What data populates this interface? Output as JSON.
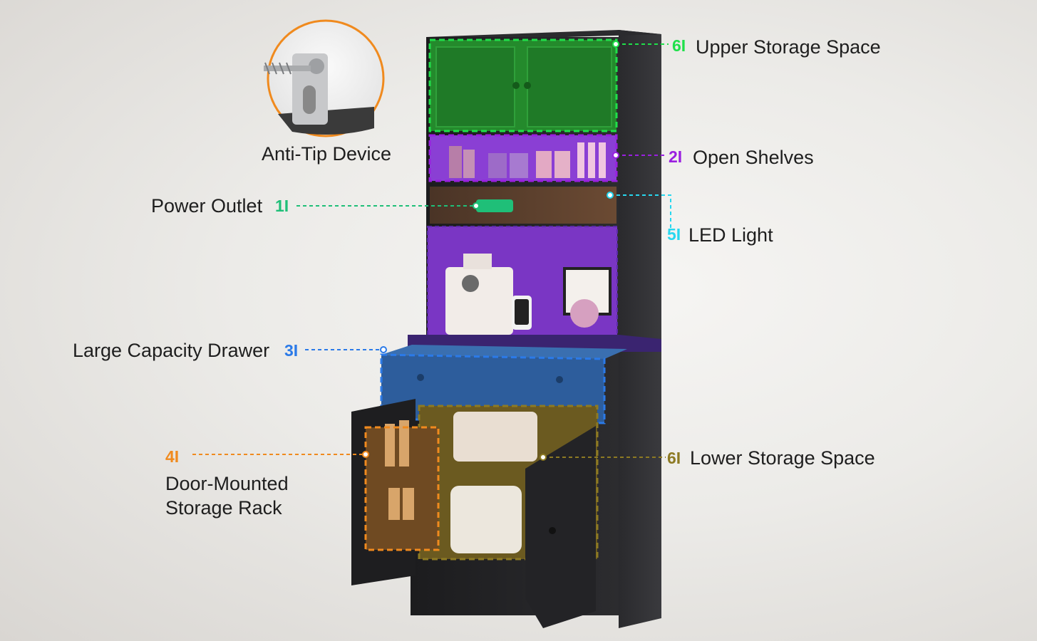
{
  "callouts": {
    "upper": {
      "num": "6I",
      "label": "Upper Storage Space",
      "color": "#1fe04a"
    },
    "open_shelves": {
      "num": "2I",
      "label": "Open Shelves",
      "color": "#9a1fe0"
    },
    "power": {
      "num": "1I",
      "label": "Power Outlet",
      "color": "#1fbf78"
    },
    "led": {
      "num": "5I",
      "label": "LED Light",
      "color": "#27d7ef"
    },
    "drawer": {
      "num": "3I",
      "label": "Large Capacity Drawer",
      "color": "#2b7ae8"
    },
    "door_rack": {
      "num": "4I",
      "label_line1": "Door-Mounted",
      "label_line2": "Storage Rack",
      "color": "#f08a1e"
    },
    "lower": {
      "num": "6I",
      "label": "Lower Storage Space",
      "color": "#8d7a23"
    }
  },
  "inset": {
    "label": "Anti-Tip Device",
    "ring_color": "#f08a1e"
  }
}
